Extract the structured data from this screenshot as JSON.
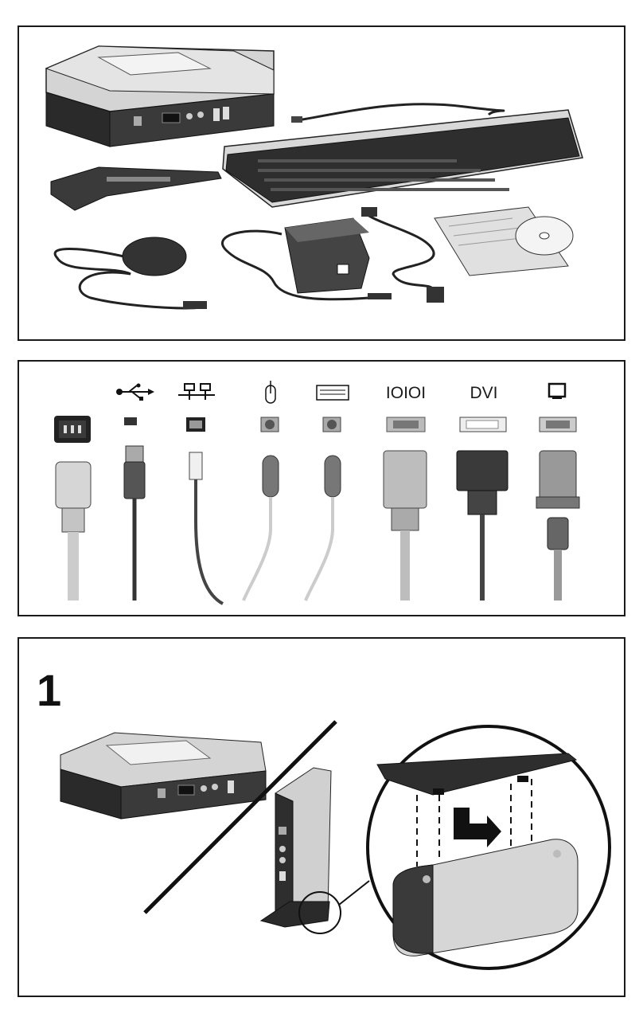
{
  "connector_labels": {
    "serial": "IOIOI",
    "dvi": "DVI"
  },
  "step": {
    "number": "1"
  },
  "colors": {
    "ink": "#1a1a1a",
    "device_silver": "#c9c9c9",
    "device_dark": "#2a2a2a",
    "cable_light": "#d8d8d8",
    "cable_dark": "#3a3a3a"
  },
  "icons": [
    "power-icon",
    "usb-icon",
    "network-icon",
    "mouse-icon",
    "keyboard-icon",
    "serial-icon",
    "dvi-icon",
    "monitor-icon"
  ]
}
